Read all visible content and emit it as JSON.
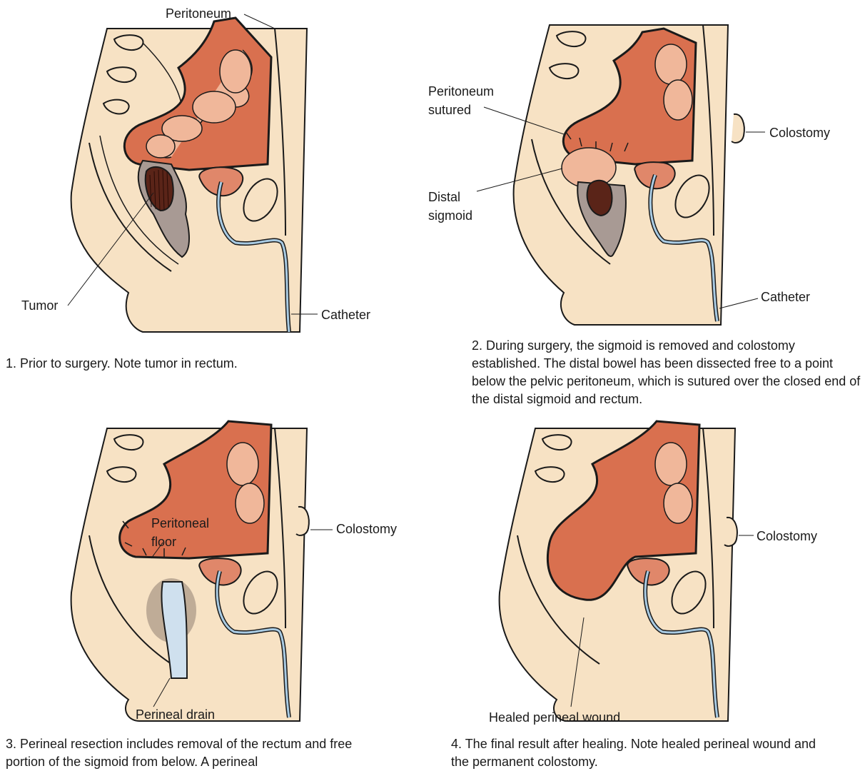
{
  "panel1": {
    "labels": {
      "peritoneum": "Peritoneum",
      "tumor": "Tumor",
      "catheter": "Catheter"
    },
    "caption": "1. Prior to surgery. Note tumor in rectum."
  },
  "panel2": {
    "labels": {
      "peritoneum_sutured": "Peritoneum\nsutured",
      "distal_sigmoid": "Distal\nsigmoid",
      "colostomy": "Colostomy",
      "catheter": "Catheter"
    },
    "caption": "2. During surgery, the sigmoid is removed and colostomy established. The distal bowel has been dissected free to a point below the pelvic peritoneum, which is sutured over the closed end of the distal sigmoid and rectum."
  },
  "panel3": {
    "labels": {
      "peritoneal_floor": "Peritoneal\nfloor",
      "colostomy": "Colostomy",
      "perineal_drain": "Perineal drain"
    },
    "caption": "3. Perineal resection includes removal of the rectum and free portion of the sigmoid from below. A perineal"
  },
  "panel4": {
    "labels": {
      "colostomy": "Colostomy",
      "healed_perineal_wound": "Healed perineal wound"
    },
    "caption": "4. The final result after healing. Note healed perineal wound and the permanent colostomy."
  },
  "colors": {
    "skin": "#f7e2c4",
    "skin_dark": "#ecc9a0",
    "peritoneal_cavity": "#d9704f",
    "bowel": "#f0b79a",
    "tumor": "#5a2418",
    "rectum_grey": "#a89a94",
    "catheter": "#a9cbe3",
    "bladder": "#e0876a",
    "outline": "#1a1a1a"
  }
}
